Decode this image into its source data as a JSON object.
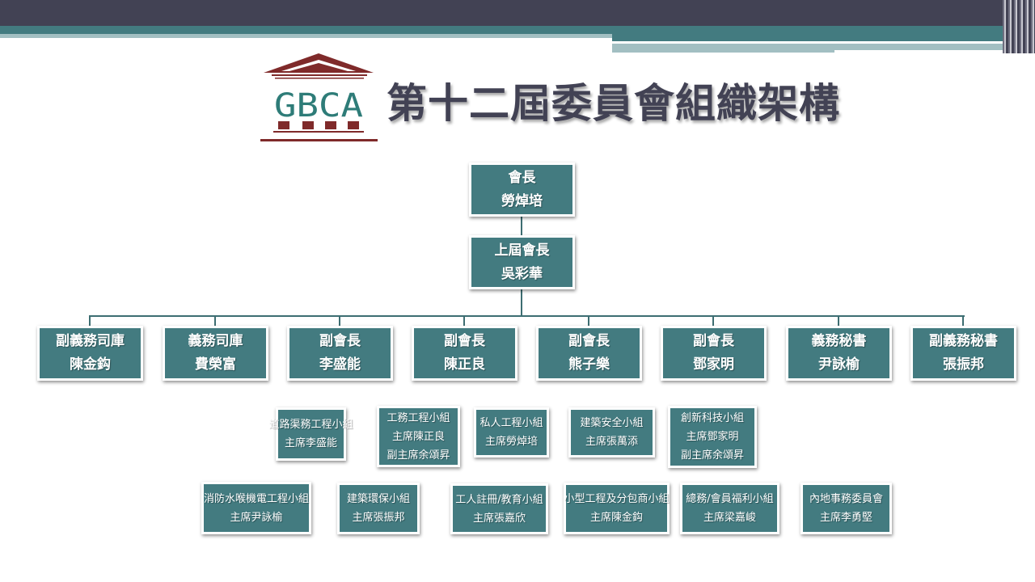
{
  "title": "第十二屆委員會組織架構",
  "logo": {
    "text": "GBCA"
  },
  "colors": {
    "header": "#424254",
    "teal": "#437b80",
    "light": "#a2bfc2",
    "brand_red": "#7f2a2a"
  },
  "president": {
    "role": "會長",
    "name": "勞焯培"
  },
  "past_president": {
    "role": "上屆會長",
    "name": "吳彩華"
  },
  "officers": [
    {
      "role": "副義務司庫",
      "name": "陳金鈎"
    },
    {
      "role": "義務司庫",
      "name": "費榮富"
    },
    {
      "role": "副會長",
      "name": "李盛能"
    },
    {
      "role": "副會長",
      "name": "陳正良"
    },
    {
      "role": "副會長",
      "name": "熊子樂"
    },
    {
      "role": "副會長",
      "name": "鄧家明"
    },
    {
      "role": "義務秘書",
      "name": "尹詠榆"
    },
    {
      "role": "副義務秘書",
      "name": "張振邦"
    }
  ],
  "groups": [
    {
      "lines": [
        "道路渠務工程小組",
        "主席李盛能"
      ]
    },
    {
      "lines": [
        "工務工程小組",
        "主席陳正良",
        "副主席余頌昇"
      ]
    },
    {
      "lines": [
        "私人工程小組",
        "主席勞焯培"
      ]
    },
    {
      "lines": [
        "建築安全小組",
        "主席張萬添"
      ]
    },
    {
      "lines": [
        "創新科技小組",
        "主席鄧家明",
        "副主席余頌昇"
      ]
    },
    {
      "lines": [
        "消防水喉機電工程小組",
        "主席尹詠榆"
      ]
    },
    {
      "lines": [
        "建築環保小組",
        "主席張振邦"
      ]
    },
    {
      "lines": [
        "工人註冊/教育小組",
        "主席張嘉欣"
      ]
    },
    {
      "lines": [
        "小型工程及分包商小組",
        "主席陳金鈎"
      ]
    },
    {
      "lines": [
        "總務/會員福利小組",
        "主席梁嘉峻"
      ]
    },
    {
      "lines": [
        "內地事務委員會",
        "主席李勇堅"
      ]
    }
  ]
}
